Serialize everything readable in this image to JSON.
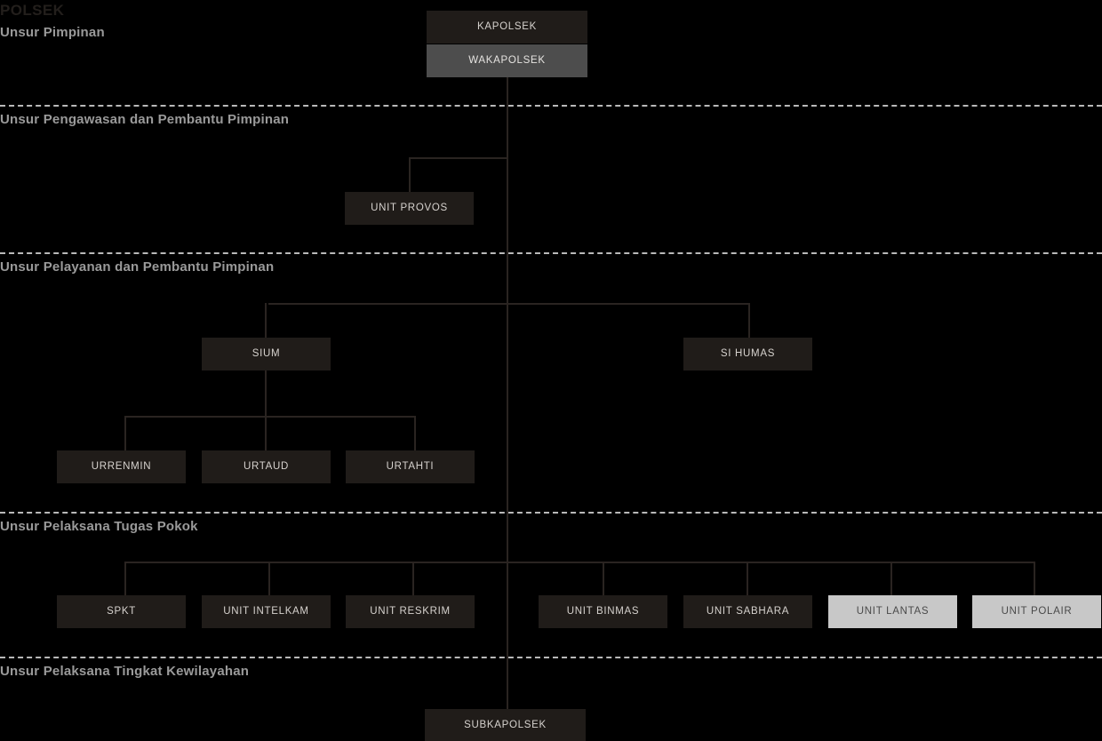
{
  "page": {
    "title": "POLSEK"
  },
  "sections": [
    {
      "id": "pimpinan",
      "label": "Unsur Pimpinan"
    },
    {
      "id": "pengawasan",
      "label": "Unsur Pengawasan dan Pembantu Pimpinan"
    },
    {
      "id": "pelayanan",
      "label": "Unsur Pelayanan dan Pembantu Pimpinan"
    },
    {
      "id": "tugas-pokok",
      "label": "Unsur Pelaksana Tugas Pokok"
    },
    {
      "id": "kewilayahan",
      "label": "Unsur Pelaksana Tingkat Kewilayahan"
    }
  ],
  "nodes": {
    "kapolsek": "KAPOLSEK",
    "wakapolsek": "WAKAPOLSEK",
    "unit_provos": "UNIT PROVOS",
    "sium": "SIUM",
    "si_humas": "SI HUMAS",
    "urrenmin": "URRENMIN",
    "urtaud": "URTAUD",
    "urtahti": "URTAHTI",
    "spkt": "SPKT",
    "unit_intelkam": "UNIT INTELKAM",
    "unit_reskrim": "UNIT RESKRIM",
    "unit_binmas": "UNIT BINMAS",
    "unit_sabhara": "UNIT SABHARA",
    "unit_lantas": "UNIT LANTAS",
    "unit_polair": "UNIT POLAIR",
    "subkapolsek": "SUBKAPOLSEK"
  },
  "colors": {
    "background": "#000000",
    "node_dark": "#201c19",
    "node_mid": "#4d4d4d",
    "node_light": "#c8c8c8",
    "connector": "#2a2421",
    "section_label": "#9a9a9a",
    "divider": "#b9b9b9",
    "title": "#231f1c"
  }
}
